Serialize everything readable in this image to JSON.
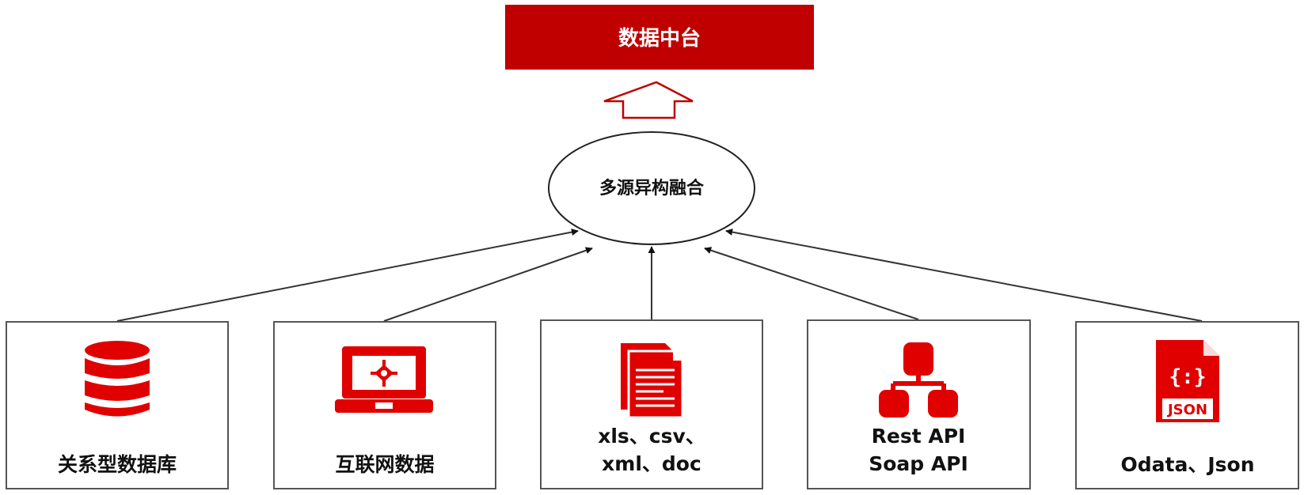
{
  "colors": {
    "accent": "#c00000",
    "line": "#333333",
    "stroke": "#444444",
    "bg": "#ffffff"
  },
  "top": {
    "title": "数据中台"
  },
  "hub": {
    "label": "多源异构融合"
  },
  "sources": [
    {
      "icon": "database-icon",
      "lines": [
        "关系型数据库"
      ]
    },
    {
      "icon": "laptop-icon",
      "lines": [
        "互联网数据"
      ]
    },
    {
      "icon": "documents-icon",
      "lines": [
        "xls、csv、",
        "xml、doc"
      ]
    },
    {
      "icon": "network-hierarchy-icon",
      "lines": [
        "Rest API",
        "Soap API"
      ]
    },
    {
      "icon": "json-file-icon",
      "lines": [
        "Odata、Json"
      ]
    }
  ]
}
